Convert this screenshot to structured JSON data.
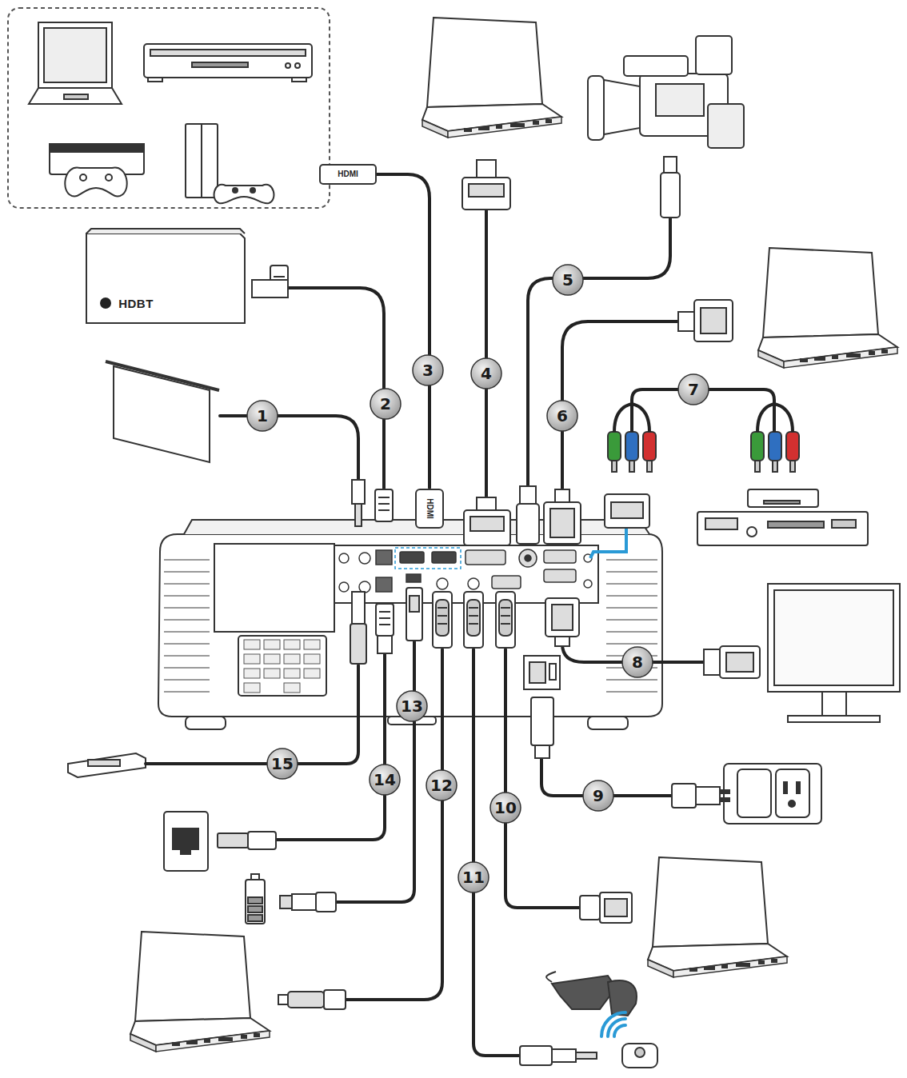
{
  "diagram": {
    "labels": [
      "1",
      "2",
      "3",
      "4",
      "5",
      "6",
      "7",
      "8",
      "9",
      "10",
      "11",
      "12",
      "13",
      "14",
      "15",
      "HDMI",
      "HDMI",
      "HDBT"
    ]
  }
}
